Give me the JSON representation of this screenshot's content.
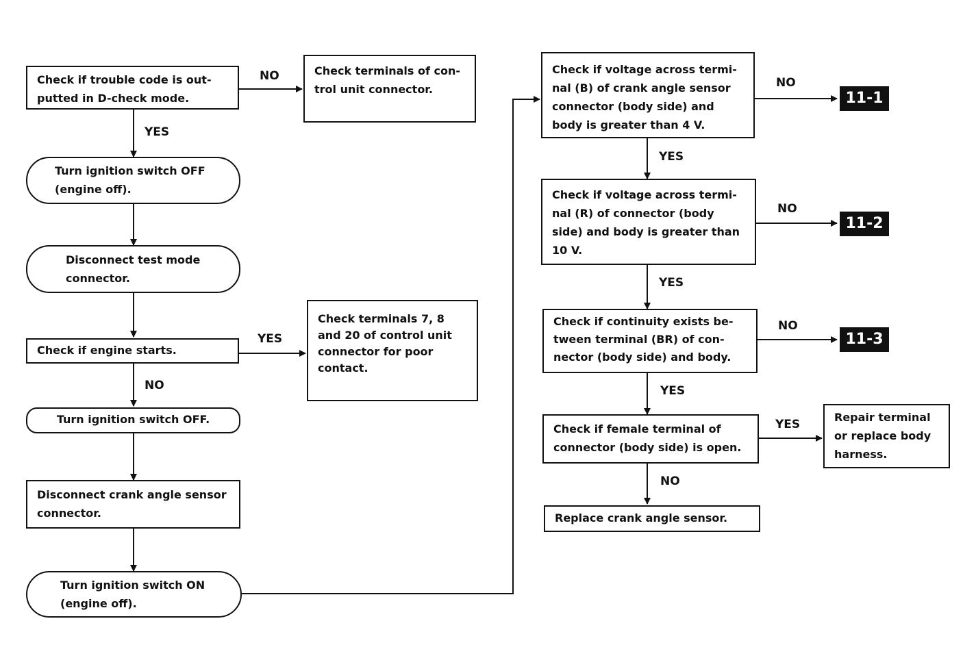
{
  "nodes": {
    "check_trouble_code": "Check if trouble code is out-\nputted in D-check mode.",
    "check_terminals_control_unit": "Check terminals of con-\ntrol unit connector.",
    "turn_ignition_off_engine_off": "Turn ignition switch OFF\n(engine off).",
    "disconnect_test_mode": "Disconnect test mode\nconnector.",
    "check_engine_starts": "Check if engine starts.",
    "check_terminals_7_8_20": "Check terminals 7, 8\nand 20 of control unit\nconnector for poor\ncontact.",
    "turn_ignition_off": "Turn ignition switch OFF.",
    "disconnect_crank_sensor": "Disconnect crank angle sensor\nconnector.",
    "turn_ignition_on": "Turn ignition switch ON\n(engine off).",
    "check_voltage_b": "Check if voltage across termi-\nnal (B) of crank angle sensor\nconnector (body side) and\nbody is greater than 4 V.",
    "check_voltage_r": "Check if voltage across termi-\nnal (R) of connector (body\nside) and body is greater than\n10 V.",
    "check_continuity_br": "Check if continuity exists be-\ntween terminal (BR) of con-\nnector (body side) and body.",
    "check_female_terminal": "Check if female terminal of\nconnector (body side) is open.",
    "repair_terminal": "Repair terminal\nor replace body\nharness.",
    "replace_crank_sensor": "Replace crank angle sensor."
  },
  "labels": {
    "no_1": "NO",
    "yes_1": "YES",
    "yes_2": "YES",
    "no_2": "NO",
    "no_3": "NO",
    "yes_3": "YES",
    "no_4": "NO",
    "yes_4": "YES",
    "no_5": "NO",
    "yes_5": "YES",
    "yes_6": "YES",
    "no_6": "NO"
  },
  "refs": {
    "ref_1": "11-1",
    "ref_2": "11-2",
    "ref_3": "11-3"
  }
}
